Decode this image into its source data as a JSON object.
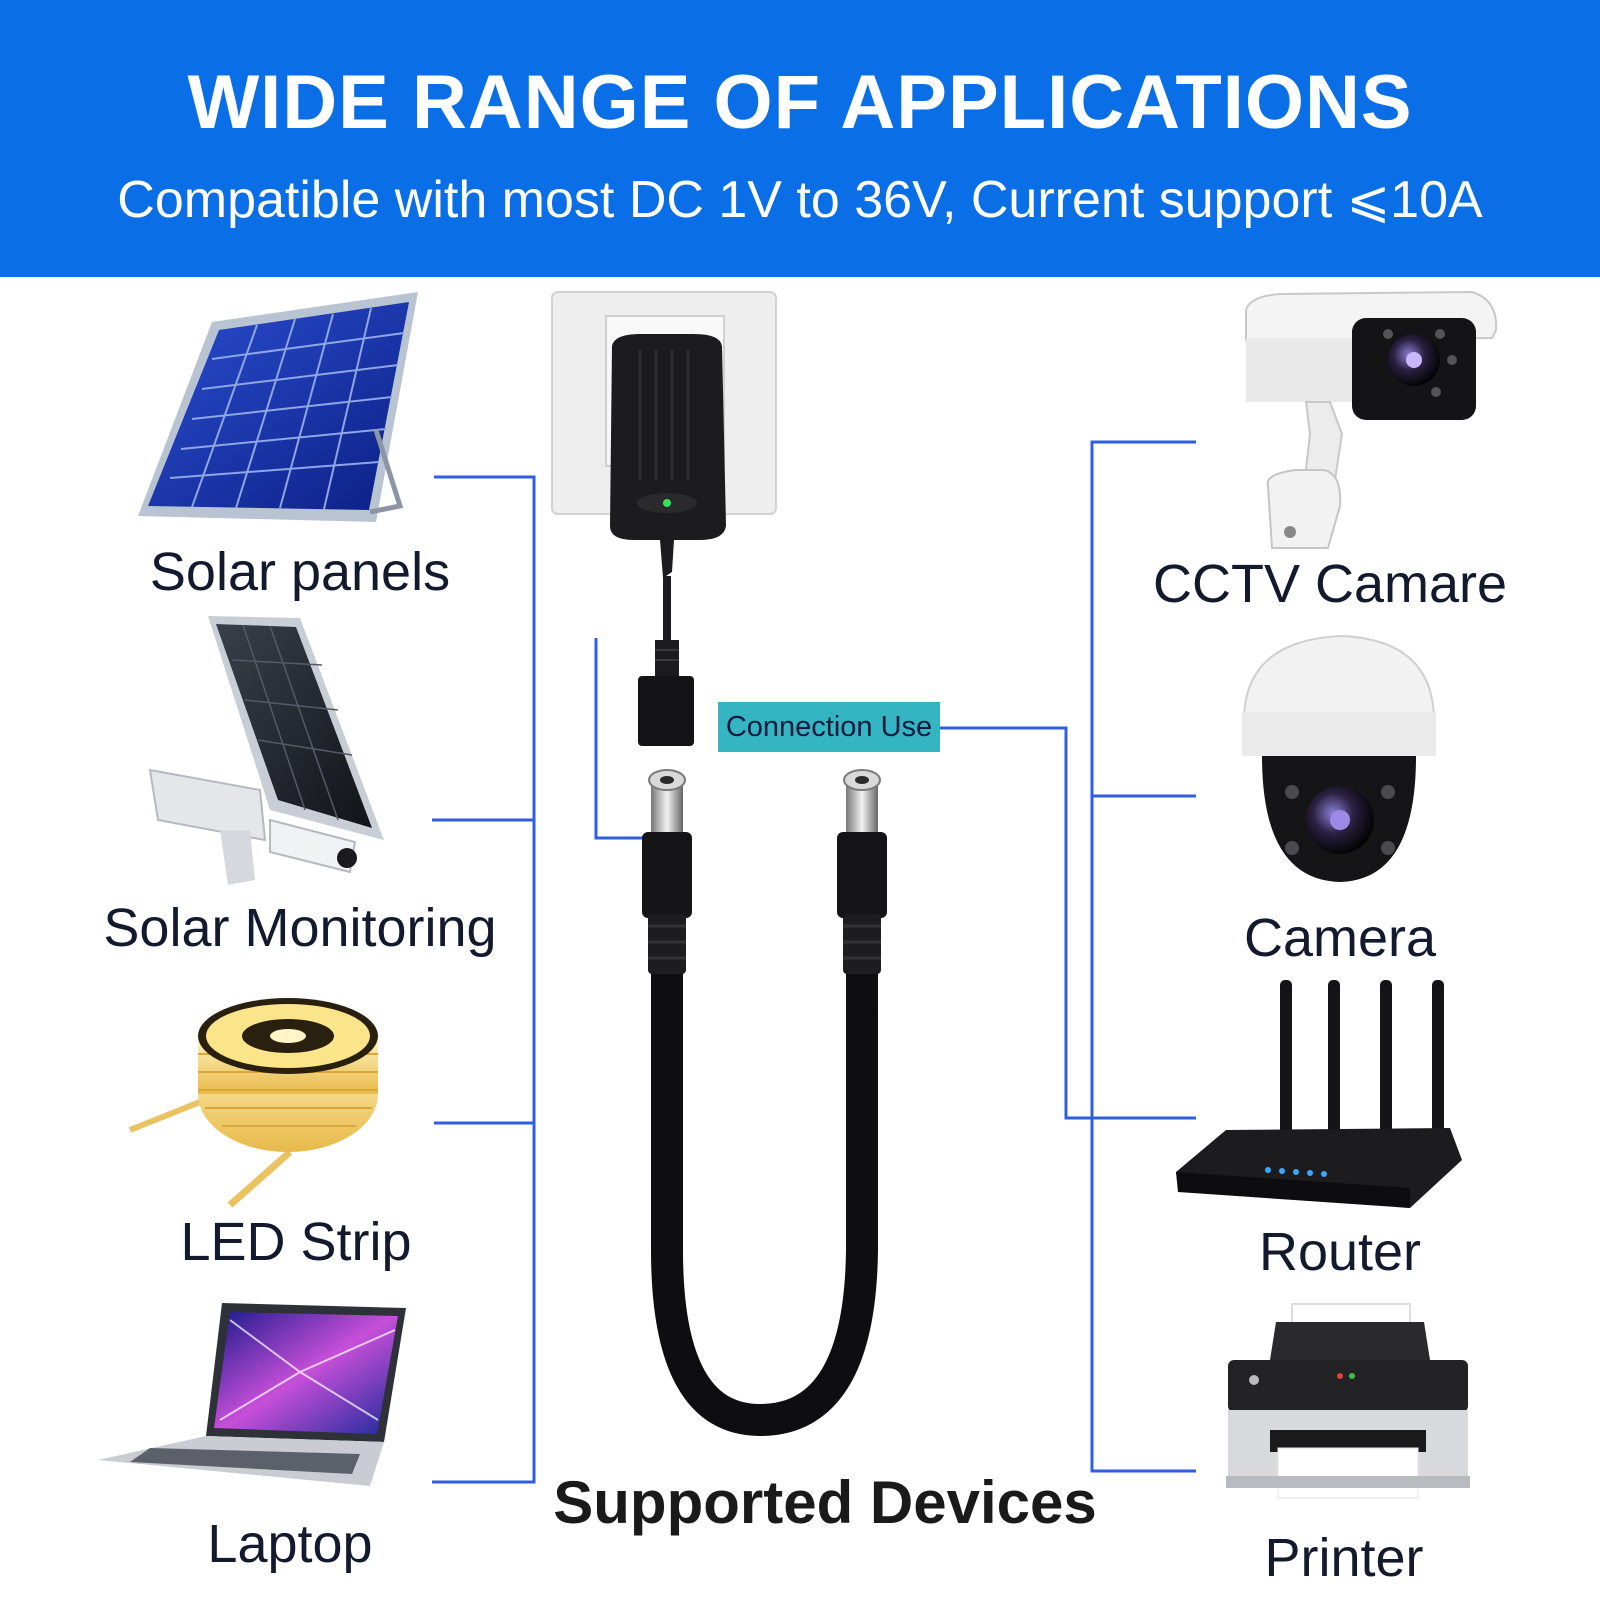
{
  "header": {
    "title": "WIDE RANGE OF APPLICATIONS",
    "subtitle": "Compatible with most DC 1V to 36V, Current support ⩽10A"
  },
  "left_devices": [
    {
      "label": "Solar panels",
      "icon": "solar-panel-icon"
    },
    {
      "label": "Solar Monitoring",
      "icon": "solar-monitoring-icon"
    },
    {
      "label": "LED Strip",
      "icon": "led-strip-icon"
    },
    {
      "label": "Laptop",
      "icon": "laptop-icon"
    }
  ],
  "right_devices": [
    {
      "label": "CCTV Camare",
      "icon": "cctv-camera-icon"
    },
    {
      "label": "Camera",
      "icon": "dome-camera-icon"
    },
    {
      "label": "Router",
      "icon": "router-icon"
    },
    {
      "label": "Printer",
      "icon": "printer-icon"
    }
  ],
  "center": {
    "badge": "Connection Use",
    "caption": "Supported Devices",
    "icon": "power-adapter-splitter-icon"
  },
  "colors": {
    "banner": "#0a6fe6",
    "connector_line": "#2f5fe0",
    "badge": "#35b5c2",
    "label_text": "#141a2e"
  }
}
